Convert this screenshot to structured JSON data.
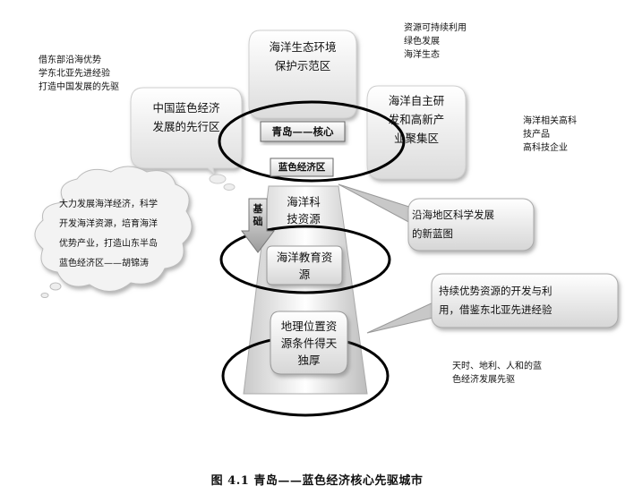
{
  "notes": {
    "top_right": "资源可持续利用\n绿色发展\n海洋生态",
    "top_left": "借东部沿海优势\n学东北亚先进经验\n打造中国发展的先驱",
    "right_mid": "海洋相关高科\n技产品\n高科技企业",
    "bottom_right": "天时、地利、人和的蓝\n色经济发展先驱"
  },
  "clouds": {
    "top": "海洋生态环境\n保护示范区",
    "left": "中国蓝色经济\n发展的先行区",
    "right": "海洋自主研\n发和高新产\n业聚集区"
  },
  "core": {
    "title": "青岛——核心",
    "subtitle": "蓝色经济区"
  },
  "tower": {
    "level1": "海洋科\n技资源",
    "level2": "海洋教育资\n源",
    "level3": "地理位置资\n源条件得天\n独厚"
  },
  "foundation_label": "基\n础",
  "thought_cloud": "大力发展海洋经济，科学\n开发海洋资源，培育海洋\n优势产业，打造山东半岛\n蓝色经济区——胡锦涛",
  "callouts": {
    "c1": "沿海地区科学发展\n的新蓝图",
    "c2": "持续优势资源的开发与利\n用，借鉴东北亚先进经验"
  },
  "caption": "图 4.1   青岛——蓝色经济核心先驱城市"
}
